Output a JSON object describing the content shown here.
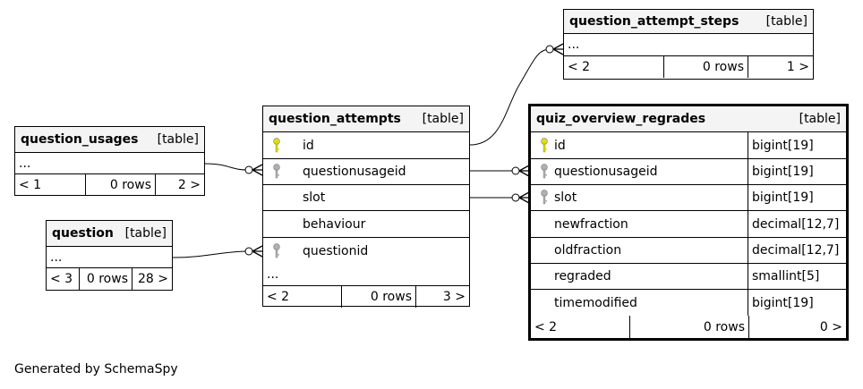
{
  "tables": {
    "question_attempt_steps": {
      "name": "question_attempt_steps",
      "kind": "[table]",
      "ellipsis": "...",
      "footer": {
        "parents": "< 2",
        "rows": "0 rows",
        "children": "1 >"
      }
    },
    "question_usages": {
      "name": "question_usages",
      "kind": "[table]",
      "ellipsis": "...",
      "footer": {
        "parents": "< 1",
        "rows": "0 rows",
        "children": "2 >"
      }
    },
    "question": {
      "name": "question",
      "kind": "[table]",
      "ellipsis": "...",
      "footer": {
        "parents": "< 3",
        "rows": "0 rows",
        "children": "28 >"
      }
    },
    "question_attempts": {
      "name": "question_attempts",
      "kind": "[table]",
      "columns": [
        {
          "name": "id",
          "key": "primary"
        },
        {
          "name": "questionusageid",
          "key": "foreign"
        },
        {
          "name": "slot",
          "key": "none"
        },
        {
          "name": "behaviour",
          "key": "none"
        },
        {
          "name": "questionid",
          "key": "foreign"
        }
      ],
      "ellipsis": "...",
      "footer": {
        "parents": "< 2",
        "rows": "0 rows",
        "children": "3 >"
      }
    },
    "quiz_overview_regrades": {
      "name": "quiz_overview_regrades",
      "kind": "[table]",
      "columns": [
        {
          "name": "id",
          "type": "bigint[19]",
          "key": "primary"
        },
        {
          "name": "questionusageid",
          "type": "bigint[19]",
          "key": "foreign"
        },
        {
          "name": "slot",
          "type": "bigint[19]",
          "key": "foreign"
        },
        {
          "name": "newfraction",
          "type": "decimal[12,7]",
          "key": "none"
        },
        {
          "name": "oldfraction",
          "type": "decimal[12,7]",
          "key": "none"
        },
        {
          "name": "regraded",
          "type": "smallint[5]",
          "key": "none"
        },
        {
          "name": "timemodified",
          "type": "bigint[19]",
          "key": "none"
        }
      ],
      "footer": {
        "parents": "< 2",
        "rows": "0 rows",
        "children": "0 >"
      }
    }
  },
  "credit": "Generated by SchemaSpy",
  "colors": {
    "primary_key": "#e0e000",
    "foreign_key": "#b0b0b0",
    "header_bg": "#f4f4f4"
  }
}
